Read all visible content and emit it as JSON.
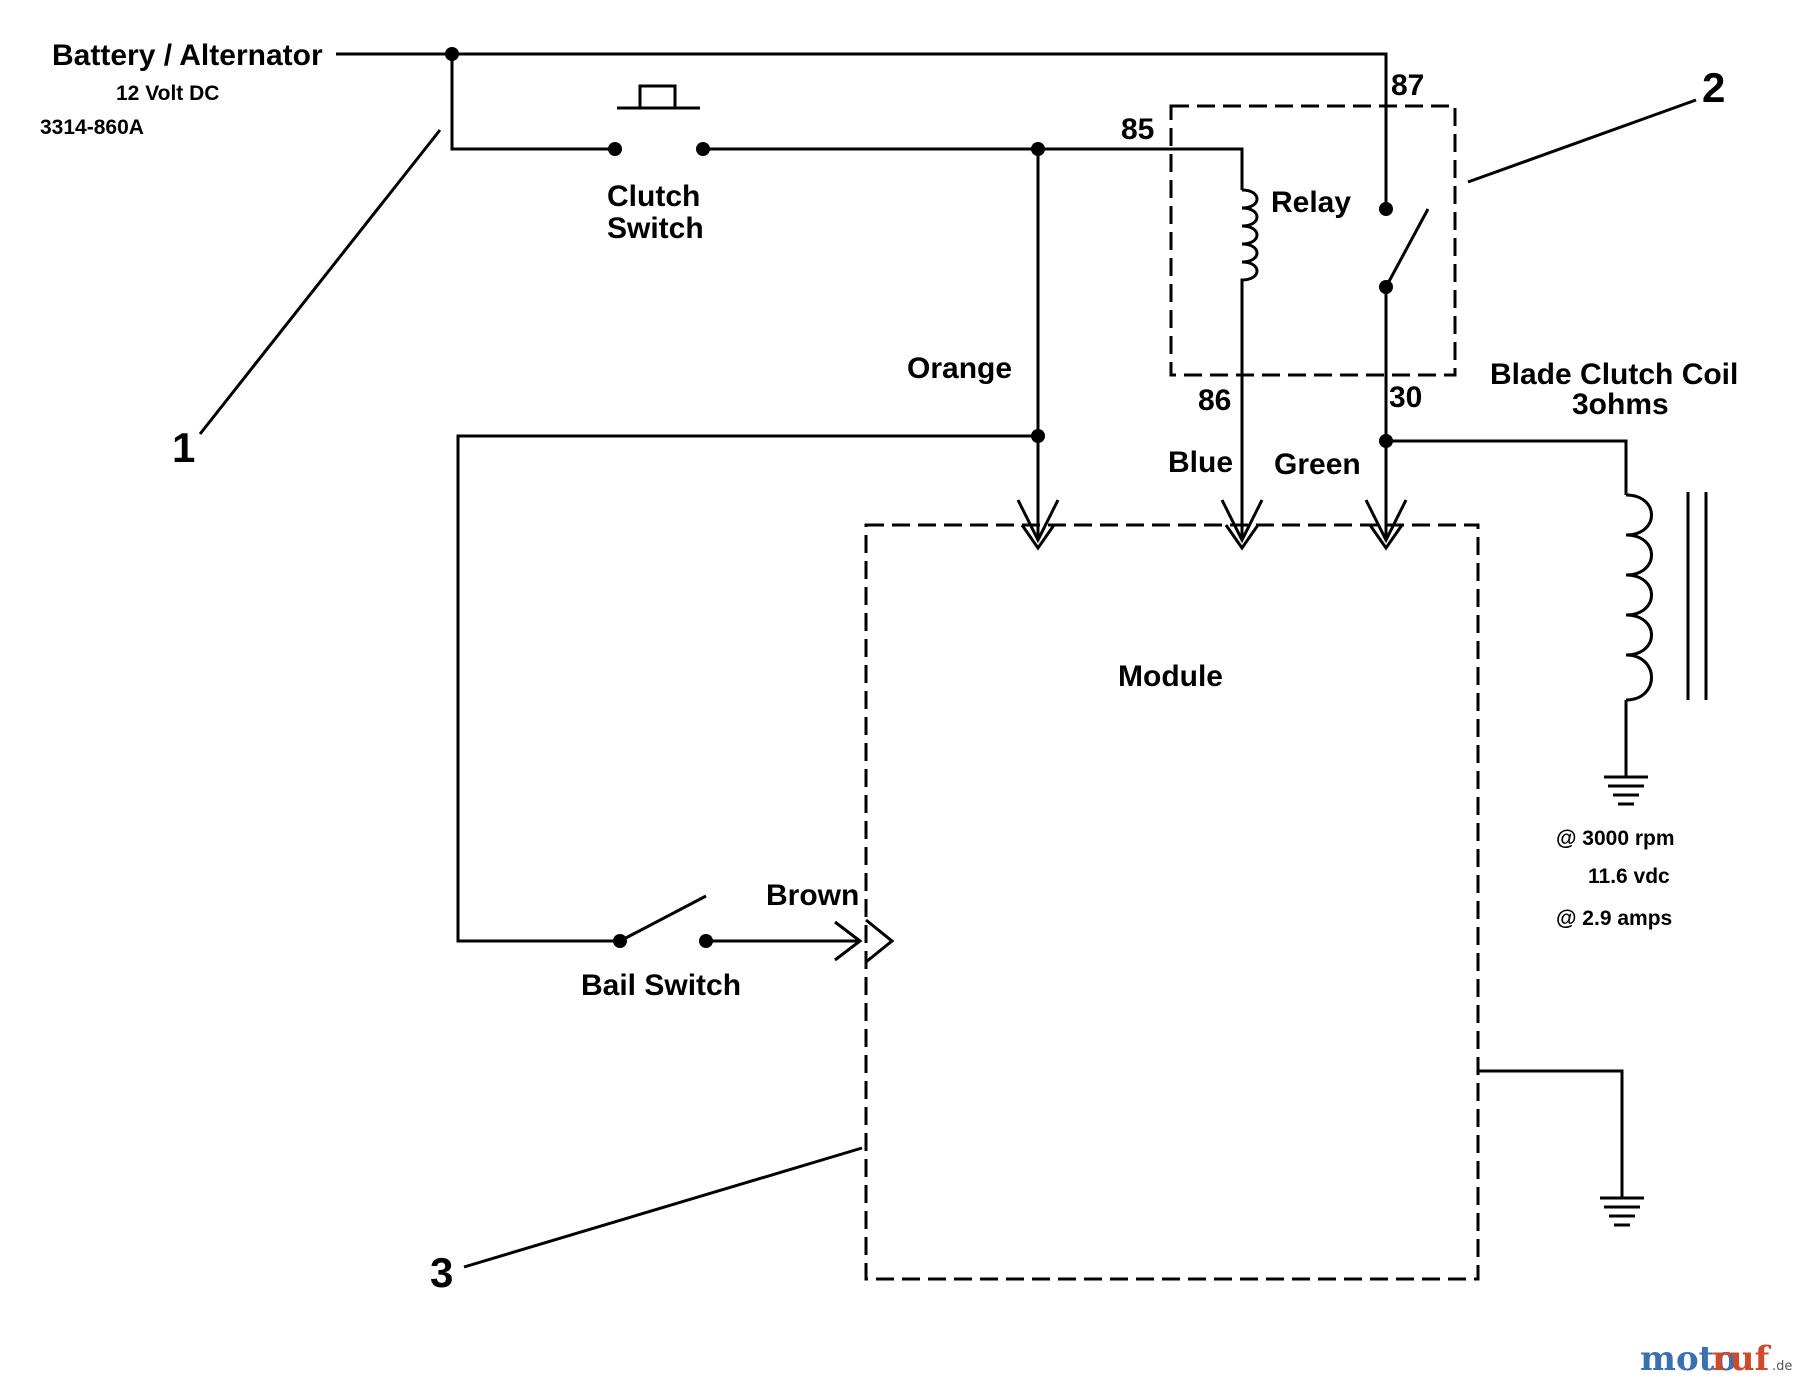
{
  "source": {
    "title": "Battery / Alternator",
    "voltage": "12 Volt DC",
    "part_number": "3314-860A"
  },
  "clutch_switch": {
    "line1": "Clutch",
    "line2": "Switch"
  },
  "relay": {
    "label": "Relay",
    "pins": {
      "p85": "85",
      "p86": "86",
      "p87": "87",
      "p30": "30"
    }
  },
  "wires": {
    "orange": "Orange",
    "blue": "Blue",
    "green": "Green",
    "brown": "Brown"
  },
  "blade_clutch": {
    "line1": "Blade Clutch Coil",
    "line2": "3ohms"
  },
  "measurements": {
    "rpm": "@ 3000 rpm",
    "voltage": "11.6 vdc",
    "current": "@ 2.9 amps"
  },
  "module": {
    "label": "Module"
  },
  "bail_switch": {
    "label": "Bail Switch"
  },
  "callouts": {
    "c1": "1",
    "c2": "2",
    "c3": "3"
  },
  "watermark": {
    "part1": "moto",
    "part2": "ruf",
    "suffix": ".de"
  }
}
